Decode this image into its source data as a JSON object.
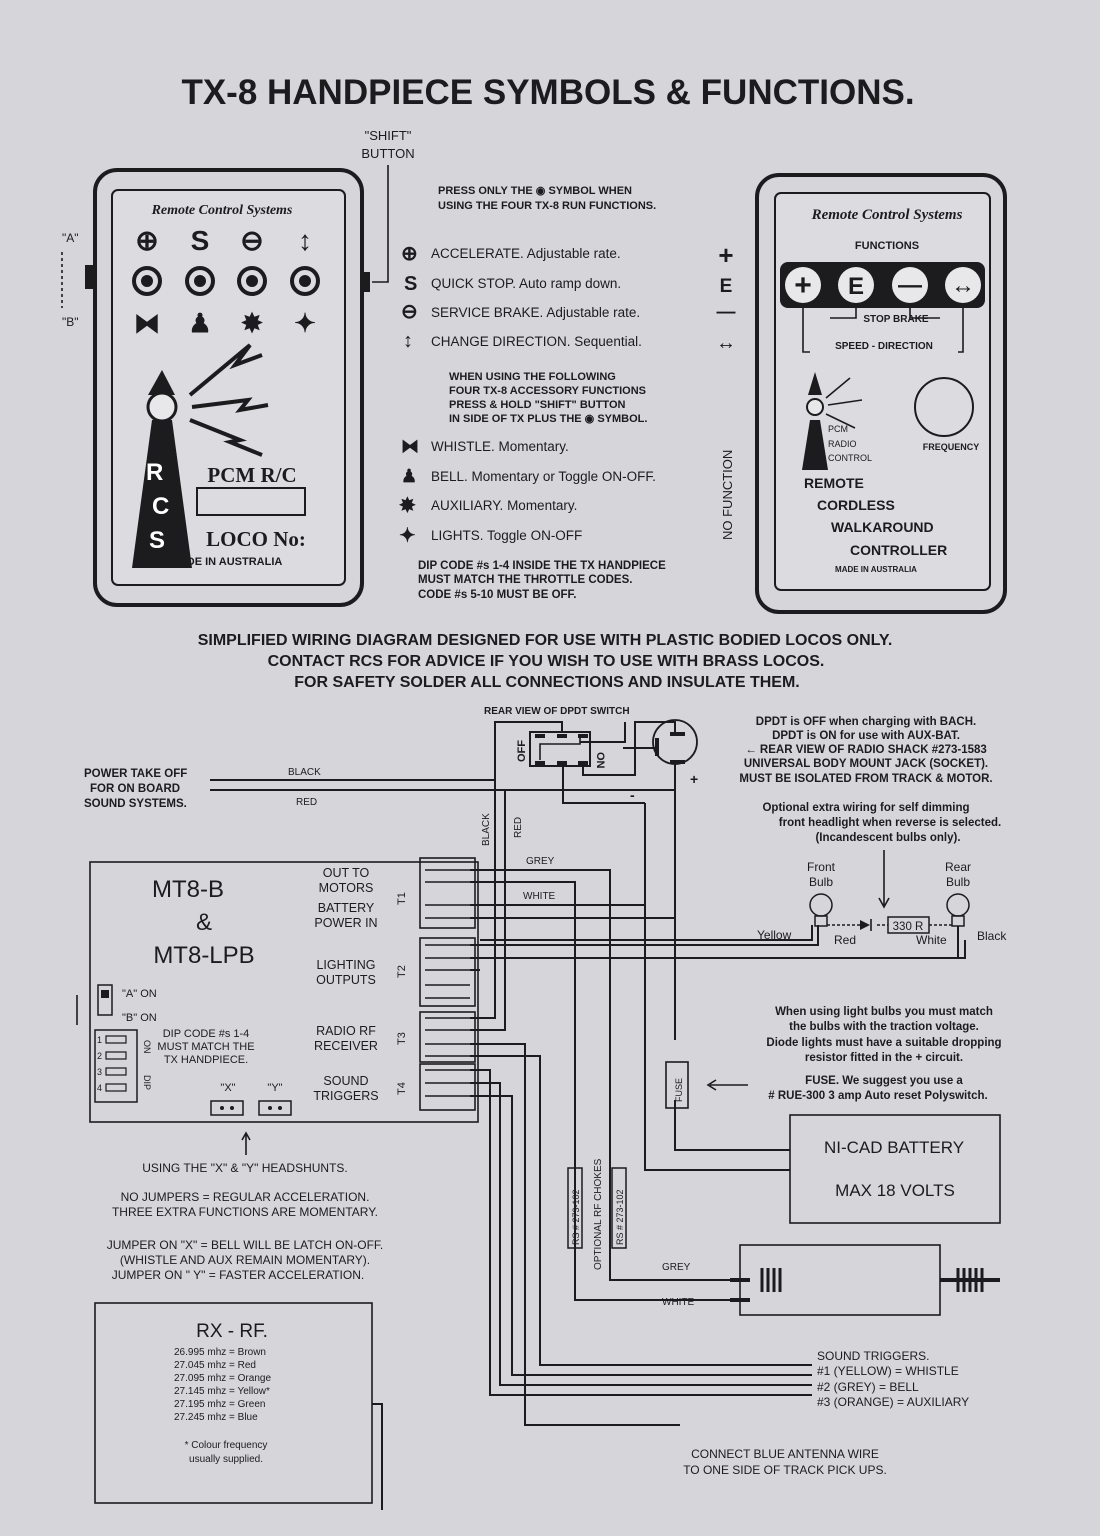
{
  "title": "TX-8 HANDPIECE SYMBOLS & FUNCTIONS.",
  "shift_button": [
    "\"SHIFT\"",
    "BUTTON"
  ],
  "switch_labels": {
    "a": "\"A\"",
    "b": "\"B\""
  },
  "left_handpiece": {
    "brand": "Remote Control Systems",
    "symbols_row1": [
      "⊕",
      "S",
      "⊖",
      "↕"
    ],
    "pcm": "PCM  R/C",
    "rcs": [
      "R",
      "C",
      "S"
    ],
    "loco": "LOCO No:",
    "made": "MADE  IN  AUSTRALIA"
  },
  "instructions": {
    "press_only": [
      "PRESS ONLY THE ◉ SYMBOL WHEN",
      "USING THE FOUR TX-8 RUN FUNCTIONS."
    ],
    "run_functions": [
      {
        "icon": "⊕",
        "label": "ACCELERATE.",
        "desc": "Adjustable rate.",
        "right": "+"
      },
      {
        "icon": "S",
        "label": "QUICK STOP.",
        "desc": "Auto ramp down.",
        "right": "E"
      },
      {
        "icon": "⊖",
        "label": "SERVICE BRAKE.",
        "desc": "Adjustable rate.",
        "right": "—"
      },
      {
        "icon": "↕",
        "label": "CHANGE DIRECTION.",
        "desc": "Sequential.",
        "right": "↔"
      }
    ],
    "when_using": [
      "WHEN USING THE FOLLOWING",
      "FOUR TX-8 ACCESSORY FUNCTIONS",
      "PRESS & HOLD \"SHIFT\" BUTTON",
      "IN SIDE OF TX PLUS THE ◉ SYMBOL."
    ],
    "accessory_functions": [
      {
        "icon": "⧓",
        "label": "WHISTLE.",
        "desc": "Momentary."
      },
      {
        "icon": "♟",
        "label": "BELL.",
        "desc": "Momentary or Toggle ON-OFF."
      },
      {
        "icon": "✸",
        "label": "AUXILIARY.",
        "desc": "Momentary."
      },
      {
        "icon": "✦",
        "label": "LIGHTS.",
        "desc": "Toggle ON-OFF"
      }
    ],
    "no_function": "NO FUNCTION",
    "dip": [
      "DIP CODE #s 1-4 INSIDE THE TX HANDPIECE",
      "MUST MATCH THE THROTTLE CODES.",
      "CODE #s 5-10 MUST BE OFF."
    ]
  },
  "right_handpiece": {
    "brand": "Remote Control Systems",
    "functions": "FUNCTIONS",
    "buttons": [
      "+",
      "E",
      "—",
      "↔"
    ],
    "stop_brake": "STOP    BRAKE",
    "speed_direction": "SPEED  -  DIRECTION",
    "pcm": [
      "PCM",
      "RADIO",
      "CONTROL"
    ],
    "frequency": "FREQUENCY",
    "lines": [
      "REMOTE",
      "CORDLESS",
      "WALKAROUND",
      "CONTROLLER"
    ],
    "made": "MADE IN AUSTRALIA"
  },
  "wiring_header": [
    "SIMPLIFIED WIRING DIAGRAM DESIGNED FOR USE WITH PLASTIC BODIED LOCOS ONLY.",
    "CONTACT RCS FOR ADVICE  IF YOU WISH  TO USE WITH BRASS LOCOS.",
    "FOR SAFETY SOLDER ALL CONNECTIONS AND INSULATE THEM."
  ],
  "wiring": {
    "dpdt_title": "REAR VIEW OF DPDT SWITCH",
    "off": "OFF",
    "on": "ON",
    "dpdt_notes": [
      "DPDT is OFF when charging with BACH.",
      "DPDT is ON for use with AUX-BAT.",
      "← REAR VIEW OF RADIO SHACK #273-1583",
      "UNIVERSAL BODY MOUNT JACK (SOCKET).",
      "MUST BE ISOLATED FROM TRACK & MOTOR."
    ],
    "power_take_off": [
      "POWER TAKE OFF",
      "FOR ON BOARD",
      "SOUND SYSTEMS."
    ],
    "black": "BLACK",
    "red": "RED",
    "minus": "-",
    "plus": "+",
    "grey": "GREY",
    "white": "WHITE",
    "optional_note": [
      "Optional extra wiring for self dimming",
      "front headlight when reverse is selected.",
      "(Incandescent bulbs only)."
    ],
    "front_bulb": [
      "Front",
      "Bulb"
    ],
    "rear_bulb": [
      "Rear",
      "Bulb"
    ],
    "yellow": "Yellow",
    "red_l": "Red",
    "resistor": "330 R",
    "white_l": "White",
    "black_l": "Black",
    "board": [
      "MT8-B",
      "&",
      "MT8-LPB"
    ],
    "terminal_groups": [
      {
        "lines": [
          "OUT TO",
          "MOTORS",
          "BATTERY",
          "POWER IN"
        ],
        "tag": "T1"
      },
      {
        "lines": [
          "LIGHTING",
          "OUTPUTS"
        ],
        "tag": "T2"
      },
      {
        "lines": [
          "RADIO RF",
          "RECEIVER"
        ],
        "tag": "T3"
      },
      {
        "lines": [
          "SOUND",
          "TRIGGERS"
        ],
        "tag": "T4"
      }
    ],
    "a_on": "\"A\" ON",
    "b_on": "\"B\" ON",
    "dip_board": [
      "DIP CODE #s 1-4",
      "MUST MATCH THE",
      "TX HANDPIECE."
    ],
    "dip_numbers": [
      "1",
      "2",
      "3",
      "4"
    ],
    "on_dip": [
      "ON",
      "DIP"
    ],
    "x": "\"X\"",
    "y": "\"Y\"",
    "bulbs_note": [
      "When using light bulbs you must match",
      "the  bulbs  with the traction voltage.",
      "Diode lights must have a suitable dropping",
      "resistor fitted in the + circuit."
    ],
    "fuse": "FUSE",
    "fuse_note": [
      "FUSE.  We suggest you use a",
      "# RUE-300 3 amp Auto reset Polyswitch."
    ],
    "battery": [
      "NI-CAD BATTERY",
      "MAX 18 VOLTS"
    ],
    "headshunts": [
      "USING THE  \"X\" & \"Y\" HEADSHUNTS.",
      "NO JUMPERS = REGULAR ACCELERATION.",
      "THREE EXTRA FUNCTIONS ARE MOMENTARY.",
      "JUMPER ON \"X\" = BELL WILL BE LATCH ON-OFF.",
      "(WHISTLE AND AUX REMAIN MOMENTARY).",
      "JUMPER  ON \" Y\" = FASTER ACCELERATION."
    ],
    "chokes": [
      "RS # 273-102",
      "OPTIONAL RF CHOKES",
      "RS # 273-102"
    ],
    "grey2": "GREY",
    "white2": "WHITE",
    "rx": {
      "title": "RX - RF.",
      "freqs": [
        "26.995 mhz = Brown",
        "27.045 mhz = Red",
        "27.095 mhz = Orange",
        "27.145 mhz = Yellow*",
        "27.195 mhz = Green",
        "27.245 mhz = Blue"
      ],
      "note": [
        "* Colour frequency",
        "usually supplied."
      ]
    },
    "sound_triggers": [
      "SOUND TRIGGERS.",
      "#1 (YELLOW)  = WHISTLE",
      "#2 (GREY)      = BELL",
      "#3 (ORANGE)  = AUXILIARY"
    ],
    "antenna": [
      "CONNECT BLUE ANTENNA WIRE",
      "TO ONE SIDE OF TRACK PICK UPS."
    ]
  }
}
